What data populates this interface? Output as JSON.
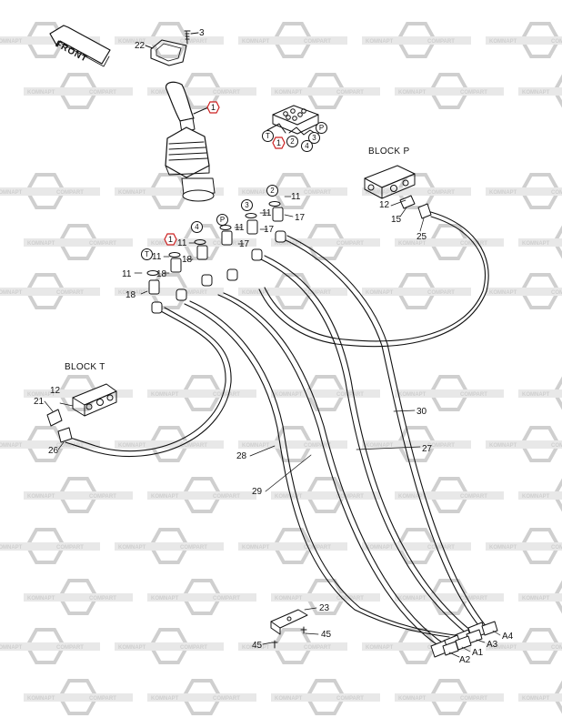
{
  "front_label": "FRONT",
  "blocks": {
    "p": "BLOCK P",
    "t": "BLOCK T"
  },
  "watermark": {
    "left_word": "KOMNAPT",
    "right_word": "COMPART"
  },
  "callouts": {
    "c3": "3",
    "c22": "22",
    "c1_top": "1",
    "c12_p": "12",
    "c15": "15",
    "c25": "25",
    "c11_a": "11",
    "c17_a": "17",
    "c11_b": "11",
    "c17_b": "17",
    "c11_c": "11",
    "c17_c": "17",
    "c11_d": "11",
    "c18_d": "18",
    "c11_e": "11",
    "c18_e": "18",
    "c18_f": "18",
    "c12_t": "12",
    "c21": "21",
    "c26": "26",
    "c30": "30",
    "c28": "28",
    "c27": "27",
    "c29": "29",
    "c23": "23",
    "c45_a": "45",
    "c45_b": "45",
    "a4": "A4",
    "a3": "A3",
    "a1": "A1",
    "a2": "A2"
  },
  "port_markers": {
    "schematic": {
      "T": "T",
      "one": "1",
      "two": "2",
      "three": "3",
      "four": "4",
      "P": "P"
    },
    "fittings": {
      "two": "2",
      "three": "3",
      "P": "P",
      "four": "4",
      "one": "1",
      "T": "T"
    }
  },
  "colors": {
    "line": "#111111",
    "highlight": "#cc2222",
    "watermark": "#cfcfcf"
  }
}
